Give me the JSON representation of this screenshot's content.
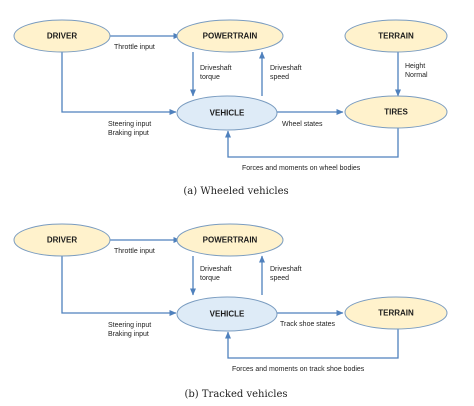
{
  "colors": {
    "node_fill": "#fff2cc",
    "vehicle_fill": "#deebf7",
    "node_stroke": "#7a9cc0",
    "arrow": "#4f81bd"
  },
  "diagram_a": {
    "nodes": {
      "driver": "DRIVER",
      "powertrain": "POWERTRAIN",
      "terrain": "TERRAIN",
      "vehicle": "VEHICLE",
      "tires": "TIRES"
    },
    "edges": {
      "throttle": "Throttle input",
      "driveshaft_torque": [
        "Driveshaft",
        "torque"
      ],
      "driveshaft_speed": [
        "Driveshaft",
        "speed"
      ],
      "height_normal": [
        "Height",
        "Normal"
      ],
      "steering_braking": [
        "Steering input",
        "Braking input"
      ],
      "wheel_states": "Wheel states",
      "forces": "Forces and moments on wheel bodies"
    },
    "caption": "(a) Wheeled vehicles"
  },
  "diagram_b": {
    "nodes": {
      "driver": "DRIVER",
      "powertrain": "POWERTRAIN",
      "vehicle": "VEHICLE",
      "terrain": "TERRAIN"
    },
    "edges": {
      "throttle": "Throttle input",
      "driveshaft_torque": [
        "Driveshaft",
        "torque"
      ],
      "driveshaft_speed": [
        "Driveshaft",
        "speed"
      ],
      "steering_braking": [
        "Steering input",
        "Braking input"
      ],
      "track_shoe_states": "Track shoe states",
      "forces": "Forces and moments on track shoe bodies"
    },
    "caption": "(b) Tracked vehicles"
  }
}
